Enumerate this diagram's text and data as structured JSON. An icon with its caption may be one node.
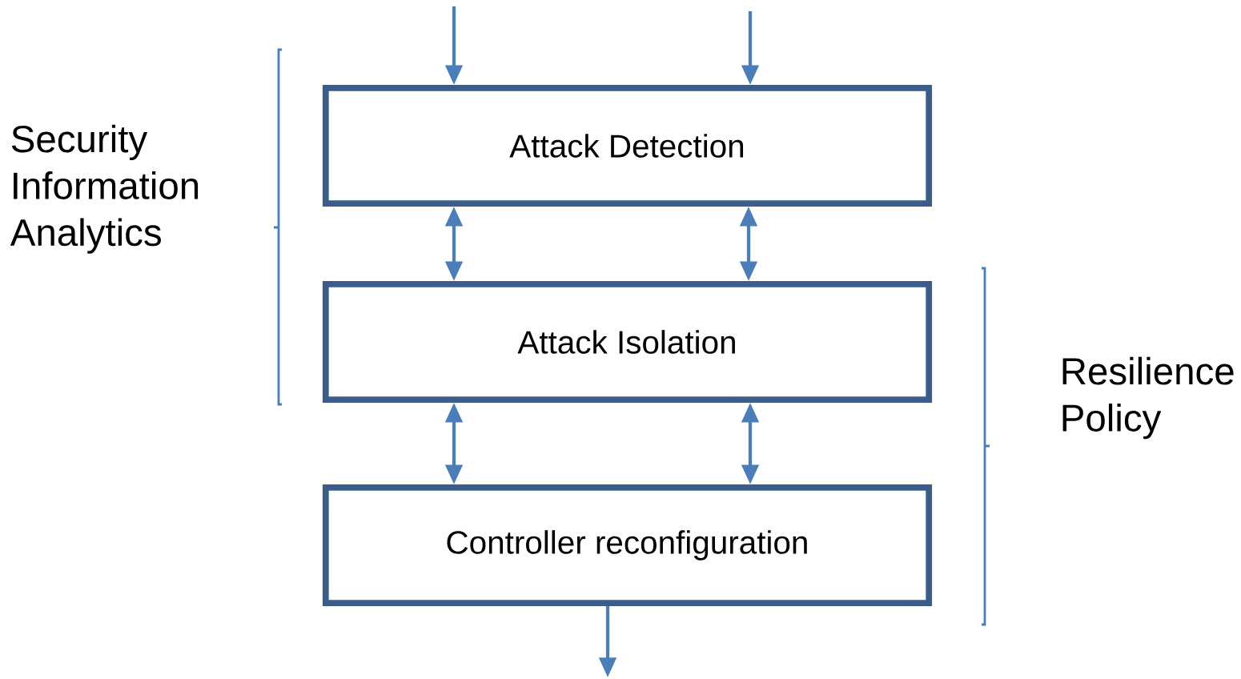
{
  "diagram": {
    "nodes": [
      {
        "text": [
          "Attack Detection"
        ]
      },
      {
        "text": [
          "Attack Isolation"
        ]
      },
      {
        "text": [
          "Controller reconfiguration"
        ]
      }
    ],
    "edges": [
      {
        "from": null,
        "to": 0,
        "arrow": "to"
      },
      {
        "from": null,
        "to": 0,
        "arrow": "to"
      },
      {
        "from": 0,
        "to": 1,
        "arrow": "both"
      },
      {
        "from": 0,
        "to": 1,
        "arrow": "both"
      },
      {
        "from": 1,
        "to": 2,
        "arrow": "both"
      },
      {
        "from": 1,
        "to": 2,
        "arrow": "both"
      },
      {
        "from": 2,
        "to": null,
        "arrow": "to"
      }
    ],
    "labels": [
      "Security Information Analytics",
      "Resilience Policy"
    ]
  }
}
